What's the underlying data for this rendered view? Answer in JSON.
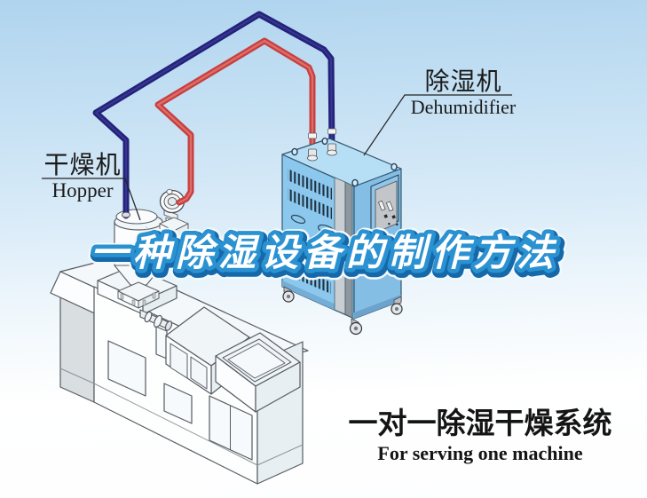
{
  "scene": {
    "title_overlay": "一种除湿设备的制作方法",
    "machine_labels": {
      "hopper": {
        "zh": "干燥机",
        "en": "Hopper"
      },
      "dehumidifier": {
        "zh": "除湿机",
        "en": "Dehumidifier"
      }
    },
    "caption": {
      "zh": "一对一除湿干燥系统",
      "en": "For serving one machine"
    },
    "parts": [
      "hopper-dryer",
      "dehumidifier",
      "extruder-machine",
      "return-hose-blue",
      "supply-hose-red",
      "blower-fan"
    ]
  },
  "colors": {
    "sky_top": "#AFD4EE",
    "sky_bottom": "#FFFFFF",
    "pipe_return_blue": "#23237B",
    "pipe_supply_red": "#C84040",
    "dehumidifier_left_face": "#8CC8ED",
    "dehumidifier_right_face": "#85BEE5",
    "dehumidifier_top_face": "#B6DEF5",
    "panel_gray": "#C2C6CB",
    "machine_outline": "#565C62",
    "title_fill": "#FFFFFF",
    "title_outline": "#2B92D2",
    "title_outline_dark": "#1568A9",
    "label_text": "#1A1A1A"
  }
}
